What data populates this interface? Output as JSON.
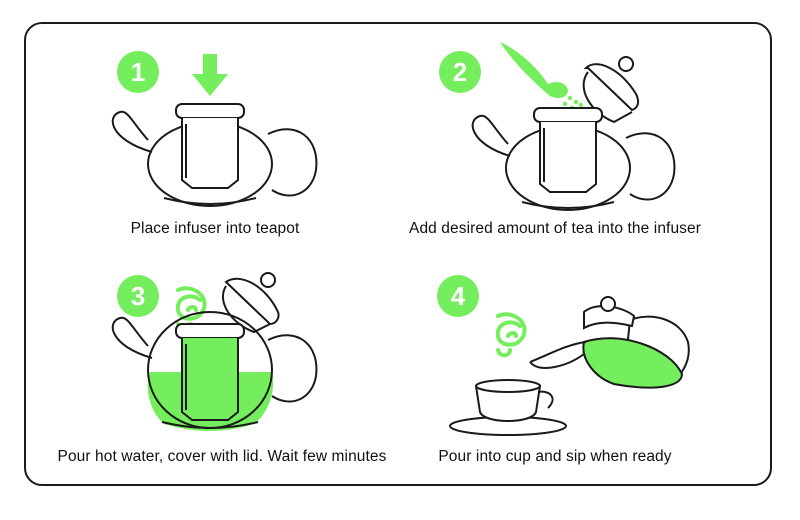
{
  "steps": [
    {
      "number": "1",
      "caption": "Place infuser into teapot"
    },
    {
      "number": "2",
      "caption": "Add desired amount of tea into the infuser"
    },
    {
      "number": "3",
      "caption": "Pour hot water, cover with lid. Wait few minutes"
    },
    {
      "number": "4",
      "caption": "Pour into cup and sip when ready"
    }
  ],
  "colors": {
    "accent": "#74ee5c",
    "outline": "#1a1a1a",
    "background": "#ffffff"
  }
}
